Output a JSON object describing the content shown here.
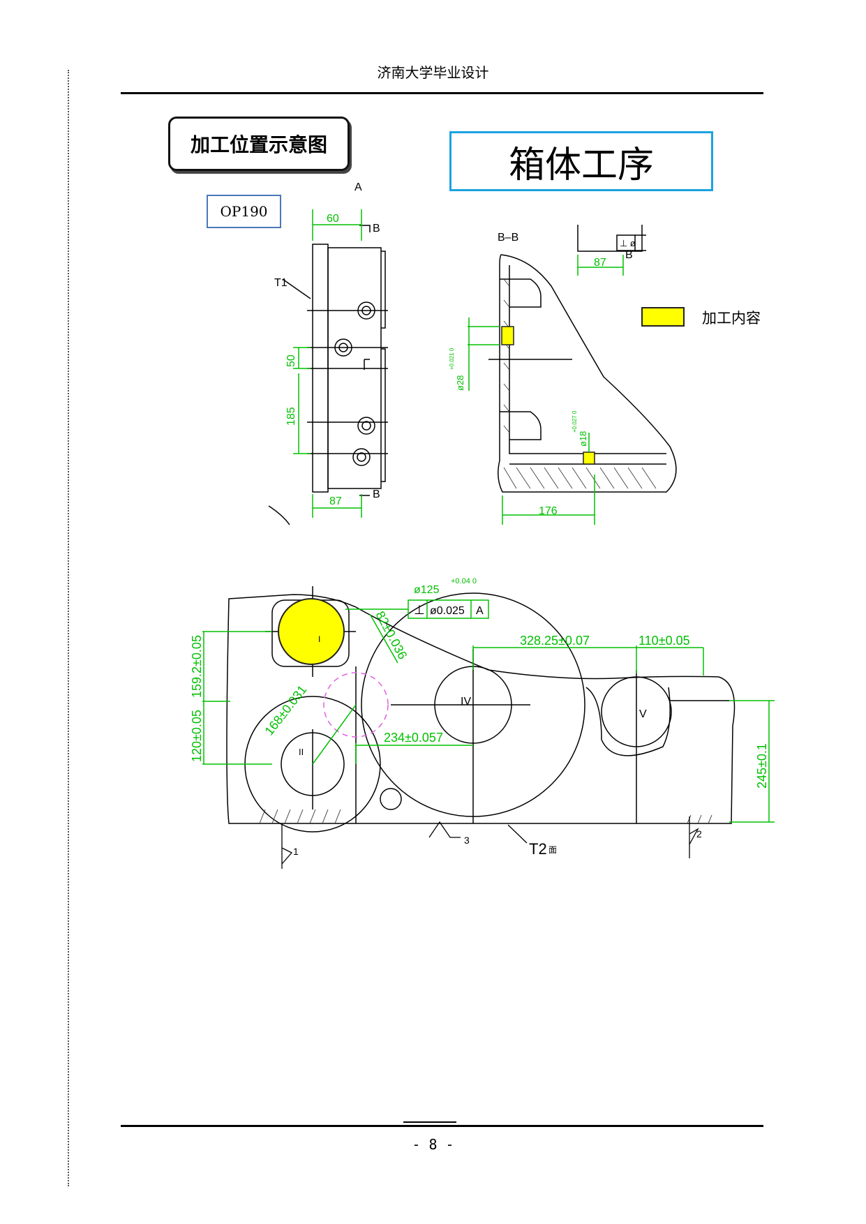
{
  "header": {
    "title": "济南大学毕业设计"
  },
  "labels": {
    "position_diagram": "加工位置示意图",
    "main_title": "箱体工序",
    "op_code": "OP190",
    "legend": "加工内容"
  },
  "drawing_top_left": {
    "view": "A",
    "dim_60": "60",
    "section_b": "B",
    "section_b2": "B",
    "t1": "T1",
    "dim_50": "50",
    "dim_185": "185",
    "dim_87": "87"
  },
  "drawing_top_right": {
    "view": "B–B",
    "dim_87": "87",
    "section_b": "B",
    "gdt": "⊥ ø",
    "dia_28": "ø28",
    "dia_28_tol": "+0.021 0",
    "dia_18": "ø18",
    "dia_18_tol": "+0.027 0",
    "dim_176": "176"
  },
  "drawing_bottom": {
    "dia_125": "ø125",
    "dia_125_tol": "+0.04 0",
    "gdt_symbol": "⊥",
    "gdt_value": "ø0.025",
    "gdt_datum": "A",
    "dim_82": "82±0.036",
    "dim_328": "328.25±0.07",
    "dim_110": "110±0.05",
    "dim_168": "168±0.031",
    "dim_234": "234±0.057",
    "dim_159": "159.2±0.05",
    "dim_120": "120±0.05",
    "dim_245": "245±0.1",
    "roman_iv": "IV",
    "roman_v": "V",
    "roman_ii": "II",
    "roman_i": "I",
    "marker_1": "1",
    "marker_2": "2",
    "marker_3": "3",
    "t2": "T2",
    "t2_suffix": "面"
  },
  "footer": {
    "page": "- 8 -"
  },
  "colors": {
    "highlight": "#ffff00",
    "dimension": "#00c000",
    "title_border": "#1aa3e0",
    "op_border": "#4a78b8",
    "aux_circle": "#e060e0"
  }
}
